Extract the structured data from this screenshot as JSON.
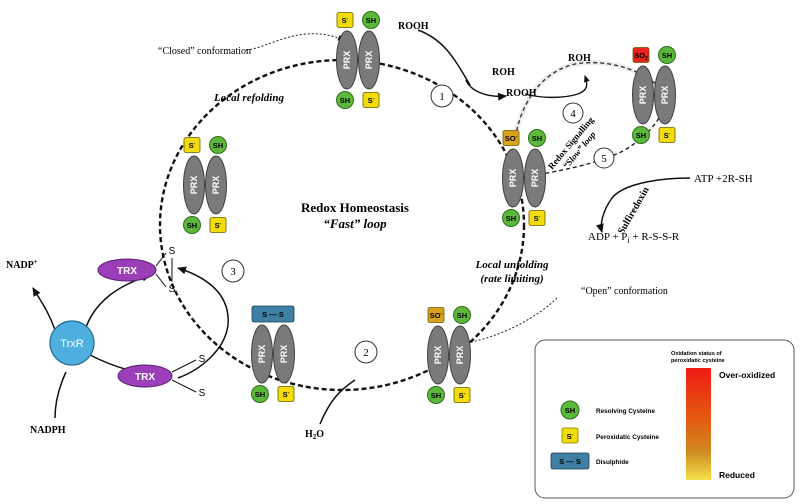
{
  "labels": {
    "closed_conformation": "“Closed” conformation",
    "open_conformation": "“Open” conformation",
    "local_refolding": "Local refolding",
    "local_unfolding_line1": "Local unfolding",
    "local_unfolding_line2": "(rate limiting)",
    "homeostasis_line1": "Redox Homeostasis",
    "homeostasis_line2": "“Fast” loop",
    "signalling_line1": "Redox Signalling",
    "signalling_line2": "“Slow” loop",
    "sulfiredoxin": "Sulfiredoxin"
  },
  "chem": {
    "rooh_top": "ROOH",
    "roh_top": "ROH",
    "roh_right": "ROH",
    "rooh_right": "ROOH",
    "atp": "ATP +2R-SH",
    "adp": "ADP + P",
    "adp_sub": "i",
    "adp_rest": " + R-S-S-R",
    "water": "H",
    "water_sub": "2",
    "water_rest": "O",
    "nadp": "NADP",
    "nadp_sup": "+",
    "nadph": "NADPH"
  },
  "steps": [
    "1",
    "2",
    "3",
    "4",
    "5"
  ],
  "molecules": {
    "prx": "PRX",
    "trx": "TRX",
    "trxr": "TrxR",
    "sulfur": "S",
    "sh": "SH",
    "s_minus": "S",
    "s_minus_sup": "-",
    "soh": "SO",
    "soh_sup": "-",
    "so2": "SO",
    "so2_sub": "2",
    "disulfide": "S — S"
  },
  "legend": {
    "title_line1": "Oxidation status of",
    "title_line2": "peroxidatic cysteine",
    "over_oxidized": "Over-oxidized",
    "reduced": "Reduced",
    "items": [
      {
        "symbol": "SH",
        "label": "Resolving Cysteine"
      },
      {
        "symbol": "S",
        "label": "Peroxidatic Cysteine"
      },
      {
        "symbol": "S — S",
        "label": "Disulphide"
      }
    ]
  },
  "colors": {
    "prx": "#7a7a7a",
    "sh_green": "#5cb83a",
    "s_yellow": "#f2dc0a",
    "soh_orange": "#d8a21a",
    "so2_red": "#e8231b",
    "disulfide_blue": "#3f7fa4",
    "trx_purple": "#9b3fb8",
    "trxr_blue": "#4fb0e0"
  }
}
